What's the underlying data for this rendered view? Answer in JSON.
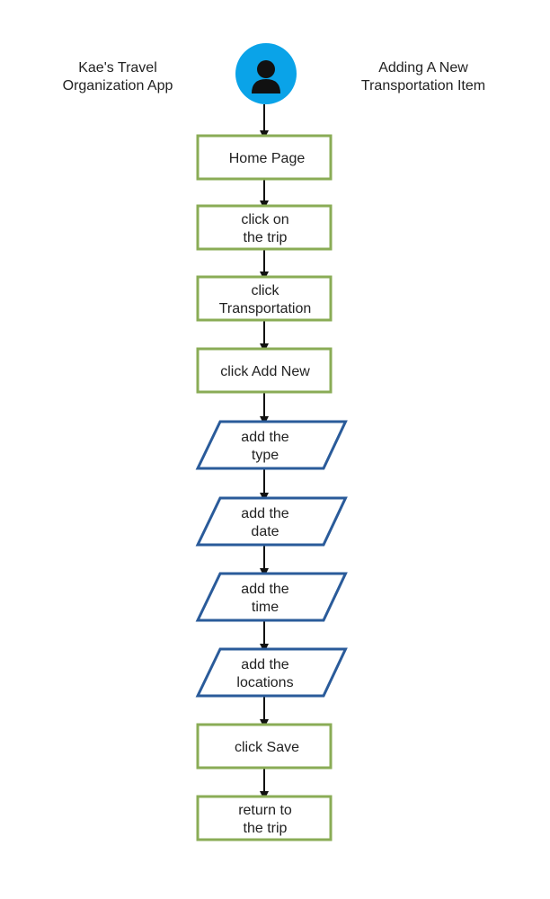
{
  "header": {
    "app_name": [
      "Kae's Travel",
      "Organization App"
    ],
    "flow_title": [
      "Adding A New",
      "Transportation Item"
    ]
  },
  "icons": {
    "start": "user-icon"
  },
  "colors": {
    "process_border": "#8aac56",
    "io_border": "#2a5b9a",
    "start_fill": "#0aa3e8",
    "arrow": "#111111"
  },
  "steps": [
    {
      "kind": "process",
      "lines": [
        "Home Page"
      ]
    },
    {
      "kind": "process",
      "lines": [
        "click on",
        "the trip"
      ]
    },
    {
      "kind": "process",
      "lines": [
        "click",
        "Transportation"
      ]
    },
    {
      "kind": "process",
      "lines": [
        "click Add New"
      ]
    },
    {
      "kind": "io",
      "lines": [
        "add the",
        "type"
      ]
    },
    {
      "kind": "io",
      "lines": [
        "add the",
        "date"
      ]
    },
    {
      "kind": "io",
      "lines": [
        "add the",
        "time"
      ]
    },
    {
      "kind": "io",
      "lines": [
        "add the",
        "locations"
      ]
    },
    {
      "kind": "process",
      "lines": [
        "click Save"
      ]
    },
    {
      "kind": "process",
      "lines": [
        "return to",
        "the trip"
      ]
    }
  ]
}
